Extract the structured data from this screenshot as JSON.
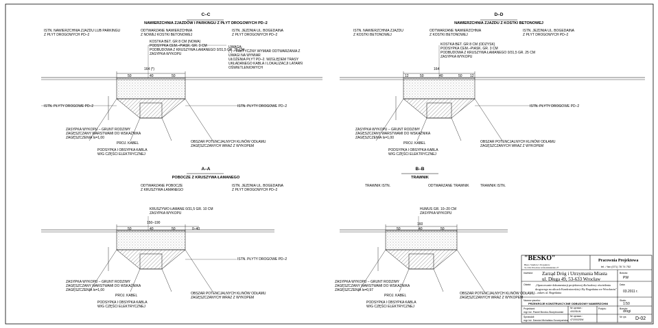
{
  "sections": {
    "cc": {
      "title": "C–C",
      "subtitle": "NAWIERZCHNIA ZJAZDÓW I PARKINGU Z PŁYT DROGOWYCH PD–2",
      "labels": {
        "left": "ISTN. NAWIERZCHNIA ZJAZDU LUB PARKINGU\nZ PŁYT DROGOWYCH PD–2",
        "mid": "ODTWARZANE NAWIERZCHNIA\nZ NOWEJ KOSTKI BETONOWEJ",
        "right": "ISTN. JEZDNIA UL. BOGEDAINA\nZ PŁYT DROGOWYCH PD–2"
      },
      "layers": "KOSTKA BET. GR 8 CM (NOWA)\nPODSYPKA CEM.–PIASK. GR. 3 CM\nPODBUDOWA Z KRUSZYWA ŁAMANEGO 0/31,5 GR. 25 CM\nZASYPKA WYKOPU",
      "width_label": "164 (*)",
      "dims": [
        "50",
        "40",
        "50"
      ],
      "uwaga": "UWAGA:\n(*) – FAKTYCZNY WYMIAR ODTWARZANIA Z\nUWAGI NA WYMIAR\nUŁOŻENIA PŁYT PD–2. WZGLĘDEM TRASY\nUKŁADANEGO KABLA I LOKALIZACJI LATARŃ\nOŚWIETLENIOWYCH",
      "plate_left": "ISTN. PŁYTY DROGOWE PD–2",
      "plate_right": "ISTN. PŁYTY DROGOWE PD–2",
      "bottom_left": "ZASYPKA WYKOPU – GRUNT RODZIMY\nZAGĘSZCZANY WARSTWAMI DO WSKAŹNIKA\nZAGĘSZCZENIA Is=1,00",
      "kabel": "PROJ. KABEL",
      "podsypka": "PODSYPKA I OBSYPKA KABLA\nW/G CZĘŚCI ELEKTRYCZNEJ",
      "obszar": "OBSZAR POTENCJALNYCH KLINÓW ODŁAMU\nZAGĘSZCZANYCH WRAZ Z WYKOPEM"
    },
    "dd": {
      "title": "D–D",
      "subtitle": "NAWIERZCHNIA ZJAZDU Z KOSTKI BETONOWEJ",
      "labels": {
        "left": "ISTN. NAWIERZCHNIA ZJAZDU\nZ KOSTKI BETONOWEJ",
        "mid": "ODTWARZANE NAWIERZCHNIA\nZ KOSTKI BETONOWEJ",
        "right": "ISTN. JEZDNIA UL. BOGEDAINA\nZ PŁYT DROGOWYCH PD–2"
      },
      "layers": "KOSTKA BET. GR 8 CM (ODZYSK)\nPODSYPKA CEM.–PIASK. GR. 3 CM\nPODBUDOWA Z KRUSZYWA ŁAMANEGO 0/31,5 GR. 25 CM\nZASYPKA WYKOPU",
      "width_label": "164",
      "dims": [
        "12",
        "50",
        "40",
        "50",
        "12"
      ],
      "plate_right": "ISTN. PŁYTY DROGOWE PD–2",
      "bottom_left": "ZASYPKA WYKOPU – GRUNT RODZIMY\nZAGĘSZCZANY WARSTWAMI DO WSKAŹNIKA\nZAGĘSZCZENIA Is=1,00",
      "kabel": "PROJ. KABEL",
      "podsypka": "PODSYPKA I OBSYPKA KABLA\nW/G CZĘŚCI ELEKTRYCZNEJ",
      "obszar": "OBSZAR POTENCJALNYCH KLINÓW ODŁAMU\nZAGĘSZCZANYCH WRAZ Z WYKOPEM"
    },
    "aa": {
      "title": "A–A",
      "subtitle": "POBOCZE Z KRUSZYWA ŁAMANEGO",
      "labels": {
        "mid": "ODTWARZANE POBOCZE\nZ KRUSZYWA ŁAMANEGO",
        "right": "ISTN. JEZDNIA UL. BOGEDAINA\nZ PŁYT DROGOWYCH PD–2"
      },
      "layers": "KRUSZYWO ŁAMANE 0/31,5 GR. 10 CM\nZASYPKA WYKOPU",
      "width_label": "150–190",
      "dims": [
        "50",
        "40",
        "50",
        "0–40"
      ],
      "plate_right": "ISTN. PŁYTY DROGOWE PD–2",
      "bottom_left": "ZASYPKA WYKOPU – GRUNT RODZIMY\nZAGĘSZCZANY WARSTWAMI DO WSKAŹNIKA\nZAGĘSZCZENIA Is=1,00",
      "kabel": "PROJ. KABEL",
      "podsypka": "PODSYPKA I OBSYPKA KABLA\nW/G CZĘŚCI ELEKTRYCZNEJ",
      "obszar": "OBSZAR POTENCJALNYCH KLINÓW ODŁAMU\nZAGĘSZCZANYCH WRAZ Z WYKOPEM"
    },
    "bb": {
      "title": "B–B",
      "subtitle": "TRAWNIK",
      "labels": {
        "left": "TRAWNIK ISTN.",
        "mid": "ODTWARZANE TRAWNIK",
        "right": "TRAWNIK ISTN."
      },
      "layers": "HUMUS GR. 10–20 CM\nZASYPKA WYKOPU",
      "width_label": "160",
      "dims": [
        "50",
        "40",
        "50"
      ],
      "bottom_left": "ZASYPKA WYKOPU – GRUNT RODZIMY\nZAGĘSZCZANY WARSTWAMI DO WSKAŹNIKA\nZAGĘSZCZENIA Is=0,97",
      "kabel": "PROJ. KABEL",
      "podsypka": "PODSYPKA I OBSYPKA KABLA\nW/G CZĘŚCI ELEKTRYCZNEJ",
      "obszar": "OBSZAR POTENCJALNYCH KLINÓW ODŁAMU\nZAGĘSZCZANYCH WRAZ Z WYKOPEM"
    }
  },
  "title_block": {
    "company": "\"BESKO\"",
    "company_sub": "Biuro Studiów i Projektów\n51-534 Wrocław ul.Kominiarska 27",
    "stage": "Pracownia Projektowa",
    "stage_sub": "tel. / fax (071) 78 74 752",
    "investor_label": "Inwestor:",
    "investor": "Zarząd Dróg i Utrzymania Miasta\nul. Długa 49, 53-633 Wrocław",
    "branch_label": "Branża:",
    "branch": "PW",
    "object_label": "Obiekt:",
    "object": "„Opracowanie dokumentacji projektowej dla budowy oświetlenia\ndrogowego na ulicach Kondratowskiej i By Bogedaina we Wrocławiu\"\n– zakres ul. Bogedaina",
    "date_label": "Data:",
    "date": "03.2011 r.",
    "drawing_label": "Nazwa rysunku:",
    "drawing": "PRZEKROJE KONSTRUKCYJNE ODBUDOWY NAWIERZCHNI",
    "scale_label": "Skala:",
    "scale": "1:50",
    "designer_label": "Projektant:",
    "designer": "mgr inż. Paweł Brzoko-Skorpinowski",
    "designer_no": "Nr uprawn.:\n4/02/DLW",
    "checker_label": "Sprawdził:",
    "checker": "mgr inż. Danuta Michalska-Szczepańska",
    "checker_no": "Nr uprawn.:\n47/2002/DW",
    "sign_label": "Podpis:",
    "branch2_label": "Branża:",
    "branch2": "drogi",
    "number_label": "Nr rys:",
    "number": "D-02"
  }
}
